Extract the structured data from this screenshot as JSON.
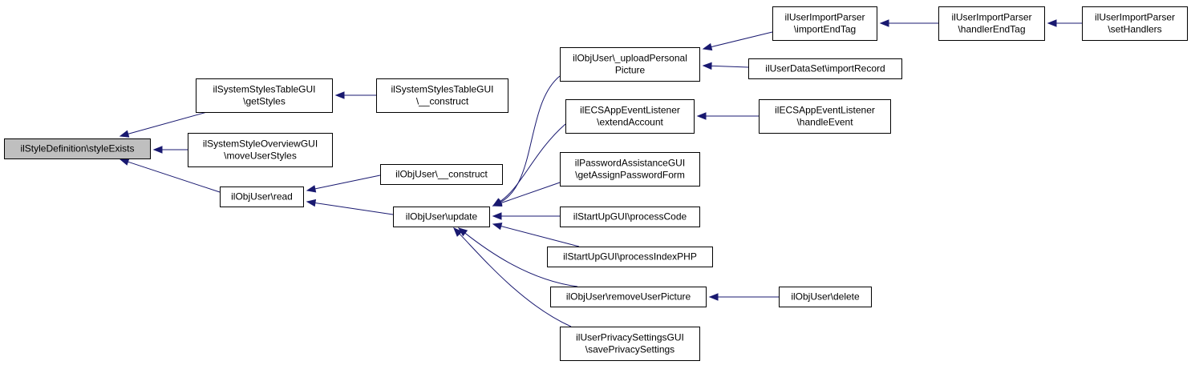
{
  "diagram": {
    "type": "call-graph",
    "edge_color": "#191970",
    "root_fill": "#bfbfbf",
    "node_fill": "#ffffff",
    "nodes": [
      {
        "id": "styleExists",
        "lines": [
          "ilStyleDefinition\\styleExists"
        ],
        "root": true
      },
      {
        "id": "getStyles",
        "lines": [
          "ilSystemStylesTableGUI",
          "\\getStyles"
        ]
      },
      {
        "id": "moveUserStyles",
        "lines": [
          "ilSystemStyleOverviewGUI",
          "\\moveUserStyles"
        ]
      },
      {
        "id": "read",
        "lines": [
          "ilObjUser\\read"
        ]
      },
      {
        "id": "sstg_construct",
        "lines": [
          "ilSystemStylesTableGUI",
          "\\__construct"
        ]
      },
      {
        "id": "ou_construct",
        "lines": [
          "ilObjUser\\__construct"
        ]
      },
      {
        "id": "update",
        "lines": [
          "ilObjUser\\update"
        ]
      },
      {
        "id": "uploadPersonalPicture",
        "lines": [
          "ilObjUser\\_uploadPersonal",
          "Picture"
        ]
      },
      {
        "id": "extendAccount",
        "lines": [
          "ilECSAppEventListener",
          "\\extendAccount"
        ]
      },
      {
        "id": "getAssignPasswordForm",
        "lines": [
          "ilPasswordAssistanceGUI",
          "\\getAssignPasswordForm"
        ]
      },
      {
        "id": "processCode",
        "lines": [
          "ilStartUpGUI\\processCode"
        ]
      },
      {
        "id": "processIndexPHP",
        "lines": [
          "ilStartUpGUI\\processIndexPHP"
        ]
      },
      {
        "id": "removeUserPicture",
        "lines": [
          "ilObjUser\\removeUserPicture"
        ]
      },
      {
        "id": "savePrivacySettings",
        "lines": [
          "ilUserPrivacySettingsGUI",
          "\\savePrivacySettings"
        ]
      },
      {
        "id": "importEndTag",
        "lines": [
          "ilUserImportParser",
          "\\importEndTag"
        ]
      },
      {
        "id": "importRecord",
        "lines": [
          "ilUserDataSet\\importRecord"
        ]
      },
      {
        "id": "handleEvent",
        "lines": [
          "ilECSAppEventListener",
          "\\handleEvent"
        ]
      },
      {
        "id": "delete",
        "lines": [
          "ilObjUser\\delete"
        ]
      },
      {
        "id": "handlerEndTag",
        "lines": [
          "ilUserImportParser",
          "\\handlerEndTag"
        ]
      },
      {
        "id": "setHandlers",
        "lines": [
          "ilUserImportParser",
          "\\setHandlers"
        ]
      }
    ],
    "edges": [
      {
        "from": "getStyles",
        "to": "styleExists"
      },
      {
        "from": "moveUserStyles",
        "to": "styleExists"
      },
      {
        "from": "read",
        "to": "styleExists"
      },
      {
        "from": "sstg_construct",
        "to": "getStyles"
      },
      {
        "from": "ou_construct",
        "to": "read"
      },
      {
        "from": "update",
        "to": "read"
      },
      {
        "from": "uploadPersonalPicture",
        "to": "update"
      },
      {
        "from": "extendAccount",
        "to": "update"
      },
      {
        "from": "getAssignPasswordForm",
        "to": "update"
      },
      {
        "from": "processCode",
        "to": "update"
      },
      {
        "from": "processIndexPHP",
        "to": "update"
      },
      {
        "from": "removeUserPicture",
        "to": "update"
      },
      {
        "from": "savePrivacySettings",
        "to": "update"
      },
      {
        "from": "importEndTag",
        "to": "uploadPersonalPicture"
      },
      {
        "from": "importRecord",
        "to": "uploadPersonalPicture"
      },
      {
        "from": "handleEvent",
        "to": "extendAccount"
      },
      {
        "from": "delete",
        "to": "removeUserPicture"
      },
      {
        "from": "handlerEndTag",
        "to": "importEndTag"
      },
      {
        "from": "setHandlers",
        "to": "handlerEndTag"
      }
    ]
  }
}
